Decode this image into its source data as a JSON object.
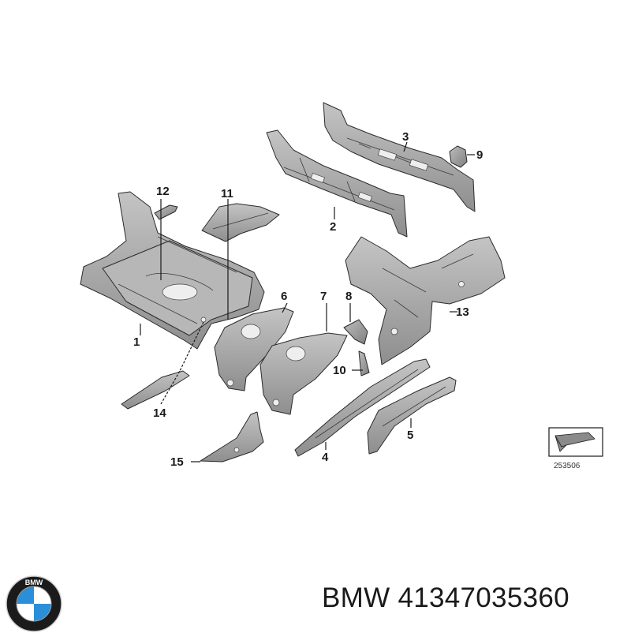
{
  "callouts": [
    "1",
    "2",
    "3",
    "4",
    "5",
    "6",
    "7",
    "8",
    "9",
    "10",
    "11",
    "12",
    "13",
    "14",
    "15"
  ],
  "diagram_id": "253506",
  "brand": "BMW",
  "part_number": "41347035360",
  "logo_letters": "BMW",
  "colors": {
    "part_fill": "#a9a9a9",
    "part_shadow": "#7d7d7d",
    "part_light": "#c9c9c9",
    "line": "#1a1a1a",
    "logo_blue": "#2a8fd8",
    "logo_ring": "#1b1b1b"
  }
}
